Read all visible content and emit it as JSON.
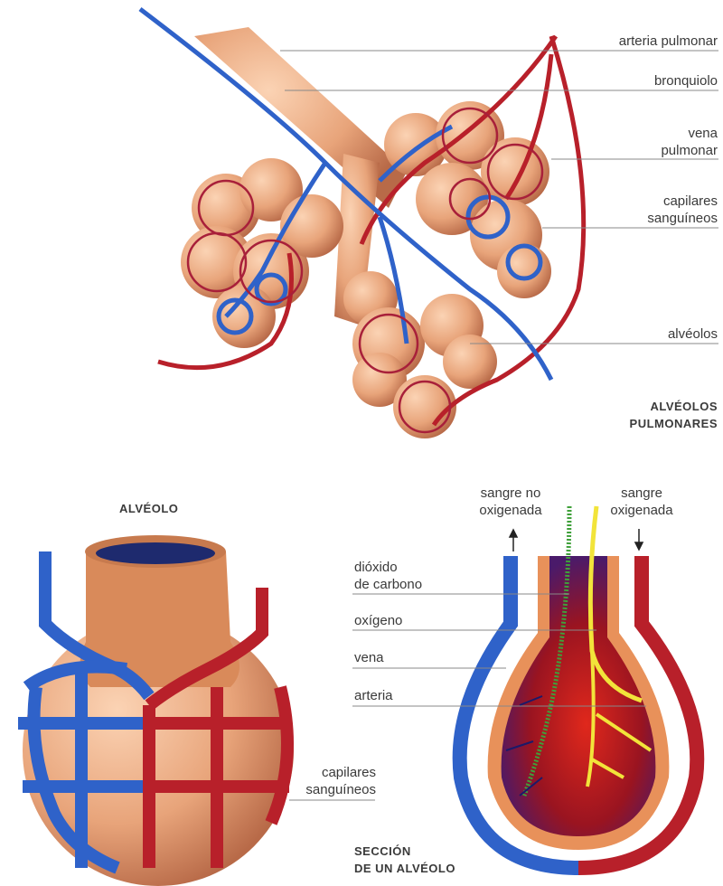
{
  "top_diagram": {
    "labels": {
      "arteria_pulmonar": "arteria pulmonar",
      "bronquiolo": "bronquiolo",
      "vena_pulmonar_1": "vena",
      "vena_pulmonar_2": "pulmonar",
      "capilares_1": "capilares",
      "capilares_2": "sanguíneos",
      "alveolos": "alvéolos"
    },
    "title_1": "ALVÉOLOS",
    "title_2": "PULMONARES"
  },
  "alveolo_diagram": {
    "title": "ALVÉOLO",
    "capilares_1": "capilares",
    "capilares_2": "sanguíneos"
  },
  "section_diagram": {
    "sangre_no_oxigenada_1": "sangre no",
    "sangre_no_oxigenada_2": "oxigenada",
    "sangre_oxigenada_1": "sangre",
    "sangre_oxigenada_2": "oxigenada",
    "dioxido_1": "dióxido",
    "dioxido_2": "de carbono",
    "oxigeno": "oxígeno",
    "vena": "vena",
    "arteria": "arteria",
    "title_1": "SECCIÓN",
    "title_2": "DE UN ALVÉOLO"
  },
  "colors": {
    "vein": "#2f62c9",
    "artery": "#b8202a",
    "tissue": "#e9a57a",
    "co2": "#3fa03a",
    "o2": "#f2e43a"
  }
}
